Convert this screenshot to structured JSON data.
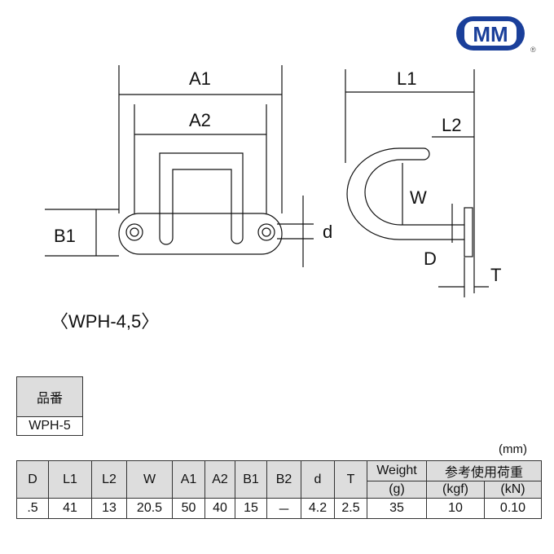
{
  "logo": {
    "text": "MM",
    "registered": "®",
    "color": "#1a3f9a"
  },
  "drawing": {
    "caption": "〈WPH-4,5〉",
    "labels": {
      "A1": "A1",
      "A2": "A2",
      "B1": "B1",
      "d": "d",
      "L1": "L1",
      "L2": "L2",
      "W": "W",
      "D": "D",
      "T": "T"
    }
  },
  "part_table": {
    "header": "品番",
    "value": "WPH-5"
  },
  "unit": "(mm)",
  "spec_table": {
    "headers": [
      "D",
      "L1",
      "L2",
      "W",
      "A1",
      "A2",
      "B1",
      "B2",
      "d",
      "T",
      "Weight",
      "参考使用荷重"
    ],
    "weight_unit": "(g)",
    "load_units": [
      "(kgf)",
      "(kN)"
    ],
    "row": [
      ".5",
      "41",
      "13",
      "20.5",
      "50",
      "40",
      "15",
      "－",
      "4.2",
      "2.5",
      "35",
      "10",
      "0.10"
    ]
  }
}
